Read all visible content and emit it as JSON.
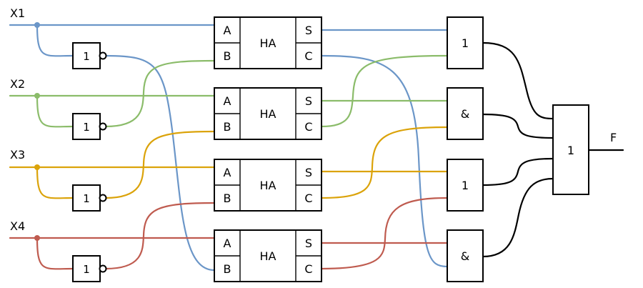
{
  "colors": {
    "x1": "#6b96c8",
    "x2": "#8bbc6a",
    "x3": "#dba30a",
    "x4": "#bf5b4f",
    "out": "#000000"
  },
  "inputs": [
    {
      "label": "X1"
    },
    {
      "label": "X2"
    },
    {
      "label": "X3"
    },
    {
      "label": "X4"
    }
  ],
  "not_gates": [
    {
      "label": "1"
    },
    {
      "label": "1"
    },
    {
      "label": "1"
    },
    {
      "label": "1"
    }
  ],
  "half_adders": [
    {
      "title": "HA",
      "in_a": "A",
      "in_b": "B",
      "out_s": "S",
      "out_c": "C"
    },
    {
      "title": "HA",
      "in_a": "A",
      "in_b": "B",
      "out_s": "S",
      "out_c": "C"
    },
    {
      "title": "HA",
      "in_a": "A",
      "in_b": "B",
      "out_s": "S",
      "out_c": "C"
    },
    {
      "title": "HA",
      "in_a": "A",
      "in_b": "B",
      "out_s": "S",
      "out_c": "C"
    }
  ],
  "mid_gates": [
    {
      "label": "1"
    },
    {
      "label": "&"
    },
    {
      "label": "1"
    },
    {
      "label": "&"
    }
  ],
  "final_gate": {
    "label": "1"
  },
  "output": {
    "label": "F"
  }
}
